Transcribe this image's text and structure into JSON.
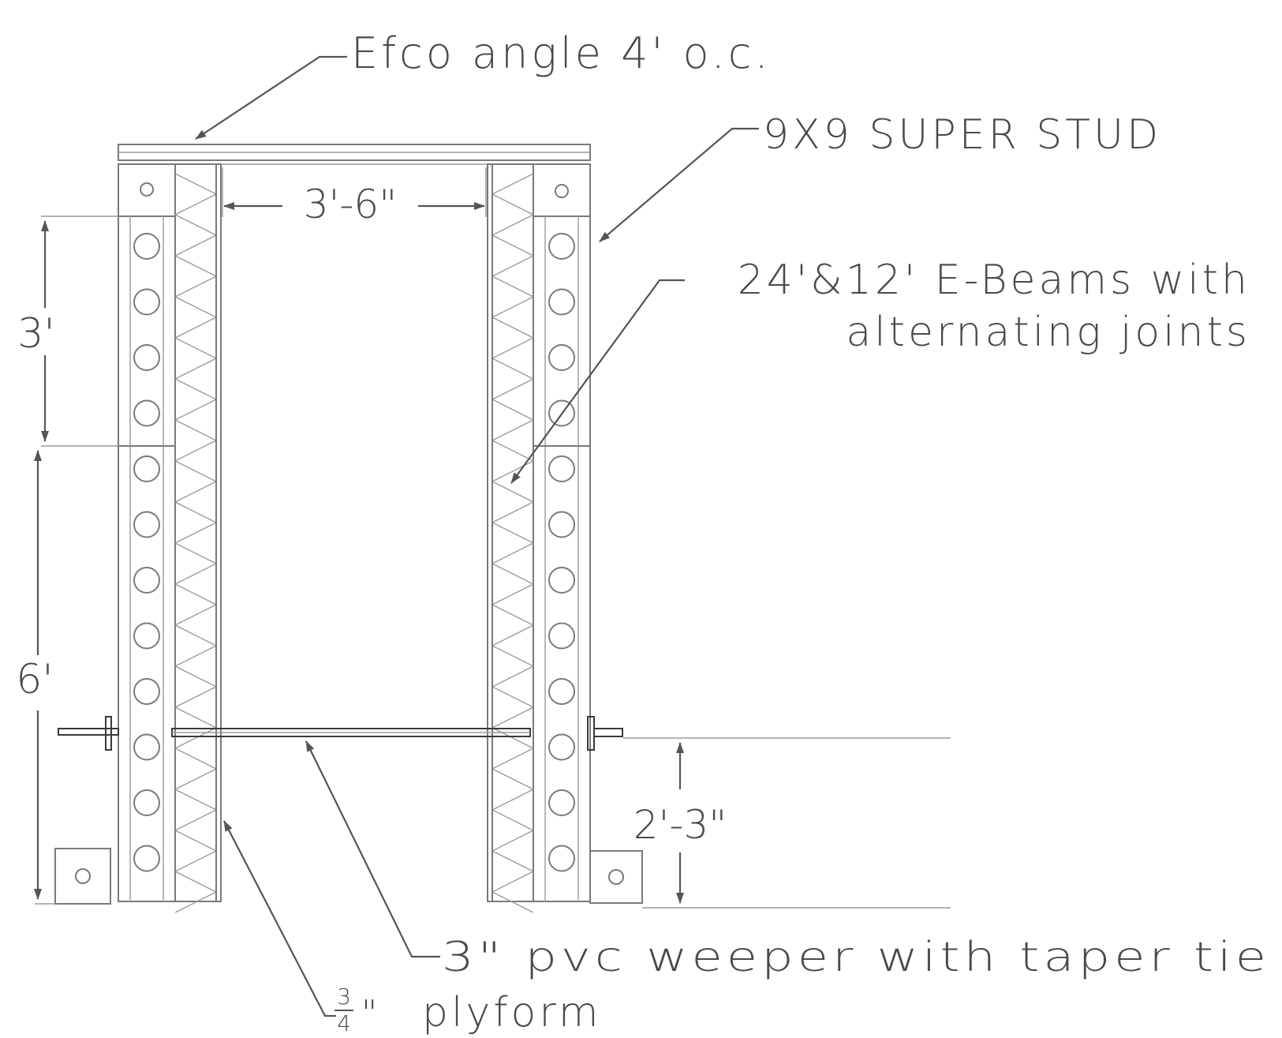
{
  "labels": {
    "efco_angle": "Efco angle 4' o.c.",
    "super_stud": "9X9 SUPER STUD",
    "ebeams_line1": "24'&12' E-Beams with",
    "ebeams_line2": "alternating joints",
    "weeper": "3\" pvc weeper with taper tie",
    "plyform_size": "3/4\"",
    "plyform_fraction_num": "3",
    "plyform_fraction_den": "4",
    "plyform_unit": "\"",
    "plyform_text": "plyform"
  },
  "dimensions": {
    "inner_width": "3'-6\"",
    "upper_height": "3'",
    "lower_height": "6'",
    "weeper_height": "2'-3\""
  }
}
